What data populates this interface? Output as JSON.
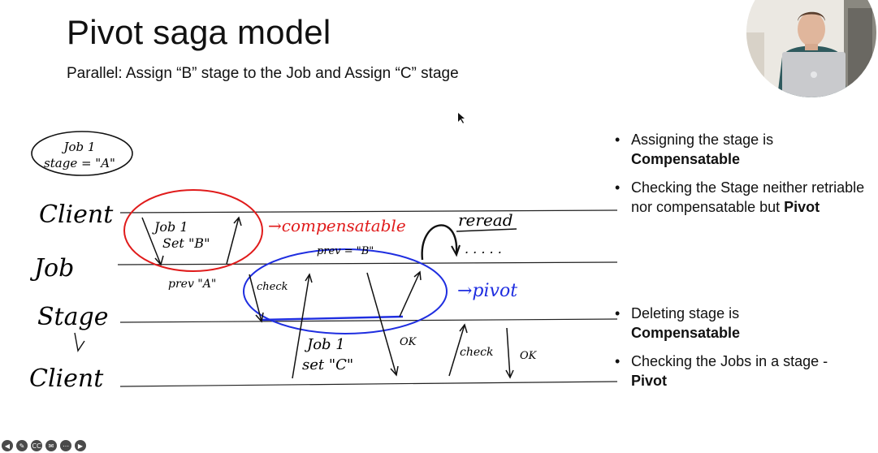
{
  "slide": {
    "title": "Pivot saga model",
    "subtitle": "Parallel: Assign “B” stage to the Job and Assign “C” stage"
  },
  "diagram": {
    "start_node": {
      "line1": "Job 1",
      "line2": "stage = \"A\""
    },
    "lanes": [
      "Client",
      "Job",
      "Stage",
      "Client"
    ],
    "notes": {
      "job1_set_b_1": "Job 1",
      "job1_set_b_2": "Set \"B\"",
      "prev_a": "prev \"A\"",
      "compensatable": "→compensatable",
      "prev_b": "prev = \"B\"",
      "reread": "reread",
      "dots": ". . . . .",
      "check_1": "check",
      "pivot": "→pivot",
      "job1_set_c_1": "Job 1",
      "job1_set_c_2": "set \"C\"",
      "ok_1": "OK",
      "check_2": "check",
      "ok_2": "OK"
    },
    "colors": {
      "red_highlight": "#e01b1b",
      "blue_highlight": "#1f2ee0",
      "ink": "#111111"
    }
  },
  "bullets": {
    "b1_text": "Assigning the stage is",
    "b1_bold": "Compensatable",
    "b2_text": "Checking the Stage neither retriable nor compensatable but",
    "b2_bold": "Pivot",
    "b3_text": "Deleting stage is",
    "b3_bold": "Compensatable",
    "b4_text": "Checking the Jobs in a stage -",
    "b4_bold": "Pivot"
  },
  "toolbar": {
    "icons": [
      "back-icon",
      "pen-icon",
      "captions-icon",
      "mail-icon",
      "more-icon",
      "forward-icon"
    ],
    "cc_label": "CC"
  }
}
